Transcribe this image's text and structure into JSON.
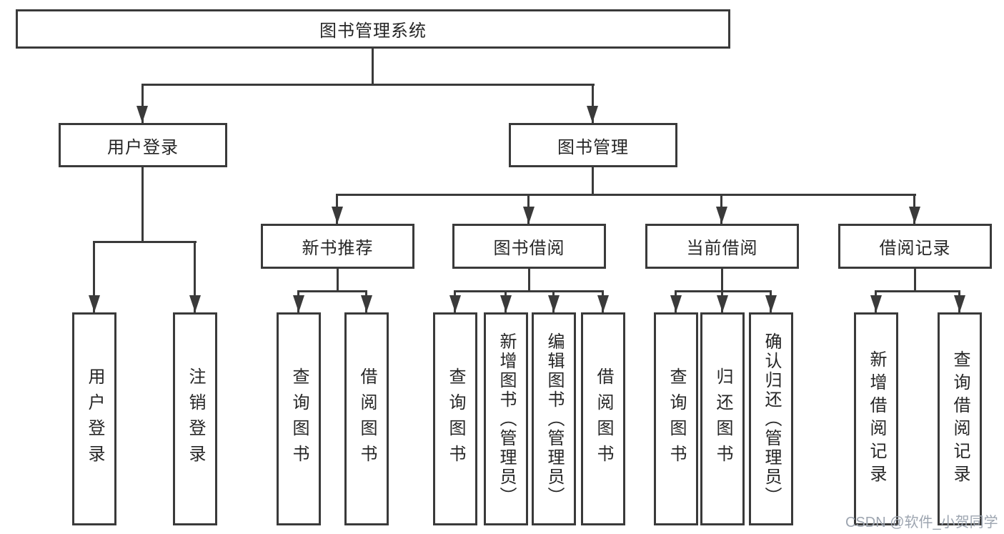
{
  "diagram_type": "feature-tree",
  "colors": {
    "line": "#3a3a3a",
    "text": "#262626",
    "box_background": "#ffffff",
    "watermark": "#9da5b0"
  },
  "tree": {
    "root": {
      "label": "图书管理系统"
    },
    "branches": [
      {
        "label": "用户登录",
        "children": [
          {
            "label": "用户登录"
          },
          {
            "label": "注销登录"
          }
        ]
      },
      {
        "label": "图书管理",
        "children": [
          {
            "label": "新书推荐",
            "children": [
              {
                "label": "查询图书"
              },
              {
                "label": "借阅图书"
              }
            ]
          },
          {
            "label": "图书借阅",
            "children": [
              {
                "label": "查询图书"
              },
              {
                "label": "新增图书（管理员）"
              },
              {
                "label": "编辑图书（管理员）"
              },
              {
                "label": "借阅图书"
              }
            ]
          },
          {
            "label": "当前借阅",
            "children": [
              {
                "label": "查询图书"
              },
              {
                "label": "归还图书"
              },
              {
                "label": "确认归还（管理员）"
              }
            ]
          },
          {
            "label": "借阅记录",
            "children": [
              {
                "label": "新增借阅记录"
              },
              {
                "label": "查询借阅记录"
              }
            ]
          }
        ]
      }
    ]
  },
  "watermark": {
    "text": "CSDN @软件_小贺同学"
  }
}
